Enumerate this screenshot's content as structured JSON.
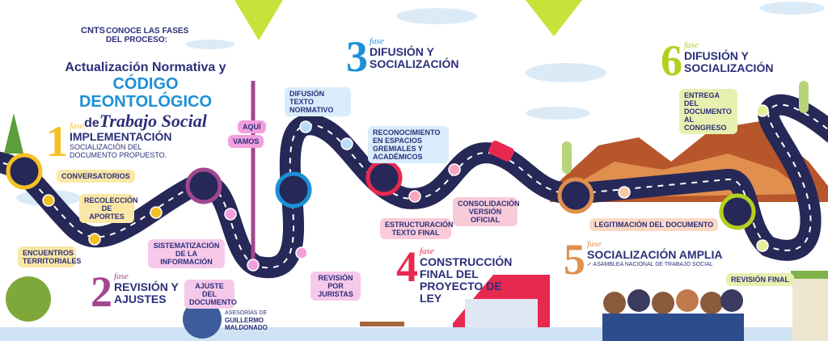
{
  "header": {
    "logo": "CNTS",
    "intro": [
      "CONOCE LAS FASES",
      "DEL PROCESO:"
    ],
    "title_line1": "Actualización Normativa y",
    "title_line2": "CÓDIGO DEONTOLÓGICO",
    "title_line3_de": "de",
    "title_line3": "Trabajo Social"
  },
  "signpost": {
    "top": "AQUÍ",
    "bottom": "VAMOS"
  },
  "phases": [
    {
      "num": "1",
      "fase": "fase",
      "title": "IMPLEMENTACIÓN",
      "subtitle": "SOCIALIZACIÓN DEL DOCUMENTO PROPUESTO.",
      "color": "#f5c022"
    },
    {
      "num": "2",
      "fase": "fase",
      "title": "REVISIÓN Y AJUSTES",
      "color": "#a2478f"
    },
    {
      "num": "3",
      "fase": "fase",
      "title": "DIFUSIÓN Y SOCIALIZACIÓN",
      "color": "#1d8fd6"
    },
    {
      "num": "4",
      "fase": "fase",
      "title": "CONSTRUCCIÓN FINAL DEL PROYECTO DE LEY",
      "color": "#e8294f"
    },
    {
      "num": "5",
      "fase": "fase",
      "title": "SOCIALIZACIÓN AMPLIA",
      "subtitle": "✓ ASAMBLEA NACIONAL DE TRABAJO SOCIAL",
      "color": "#e08f4e"
    },
    {
      "num": "6",
      "fase": "fase",
      "title": "DIFUSIÓN Y SOCIALIZACIÓN",
      "color": "#b5cf1e"
    }
  ],
  "milestones": {
    "conversatorios": "CONVERSATORIOS",
    "recoleccion": "RECOLECCIÓN DE APORTES",
    "encuentros": "ENCUENTROS TERRITORIALES",
    "sistematizacion": "SISTEMATIZACIÓN DE LA INFORMACIÓN",
    "ajuste": "AJUSTE DEL DOCUMENTO",
    "revision_juristas": "REVISIÓN POR JURISTAS",
    "difusion_texto": "DIFUSIÓN TEXTO NORMATIVO",
    "reconocimiento": "RECONOCIMIENTO EN ESPACIOS GREMIALES Y ACADÉMICOS",
    "estructuracion": "ESTRUCTURACIÓN TEXTO FINAL",
    "consolidacion": "CONSOLIDACIÓN VERSIÓN OFICIAL",
    "legitimacion": "LEGITIMACIÓN DEL DOCUMENTO",
    "entrega": "ENTREGA DEL DOCUMENTO AL CONGRESO",
    "revision_final": "REVISIÓN FINAL"
  },
  "credit": {
    "line1": "ASESORÍAS DE",
    "line2": "GUILLERMO",
    "line3": "MALDONADO"
  }
}
